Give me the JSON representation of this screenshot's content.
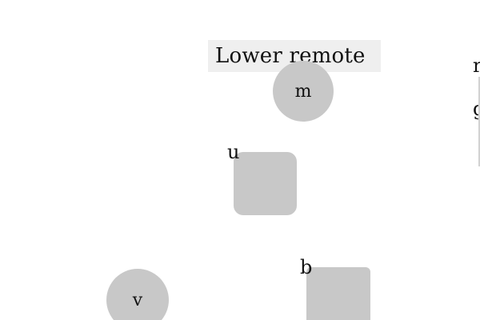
{
  "banner": {
    "text": "Lower remote"
  },
  "nodes": {
    "m": {
      "label": "m"
    },
    "u": {
      "label": "u"
    },
    "b": {
      "label": "b"
    },
    "v": {
      "label": "v"
    }
  },
  "edge_fragments": [
    "r",
    "g"
  ],
  "colors": {
    "background": "#ffffff",
    "banner_bg": "#efefef",
    "shape_fill": "#c8c8c8",
    "text": "#111111"
  }
}
